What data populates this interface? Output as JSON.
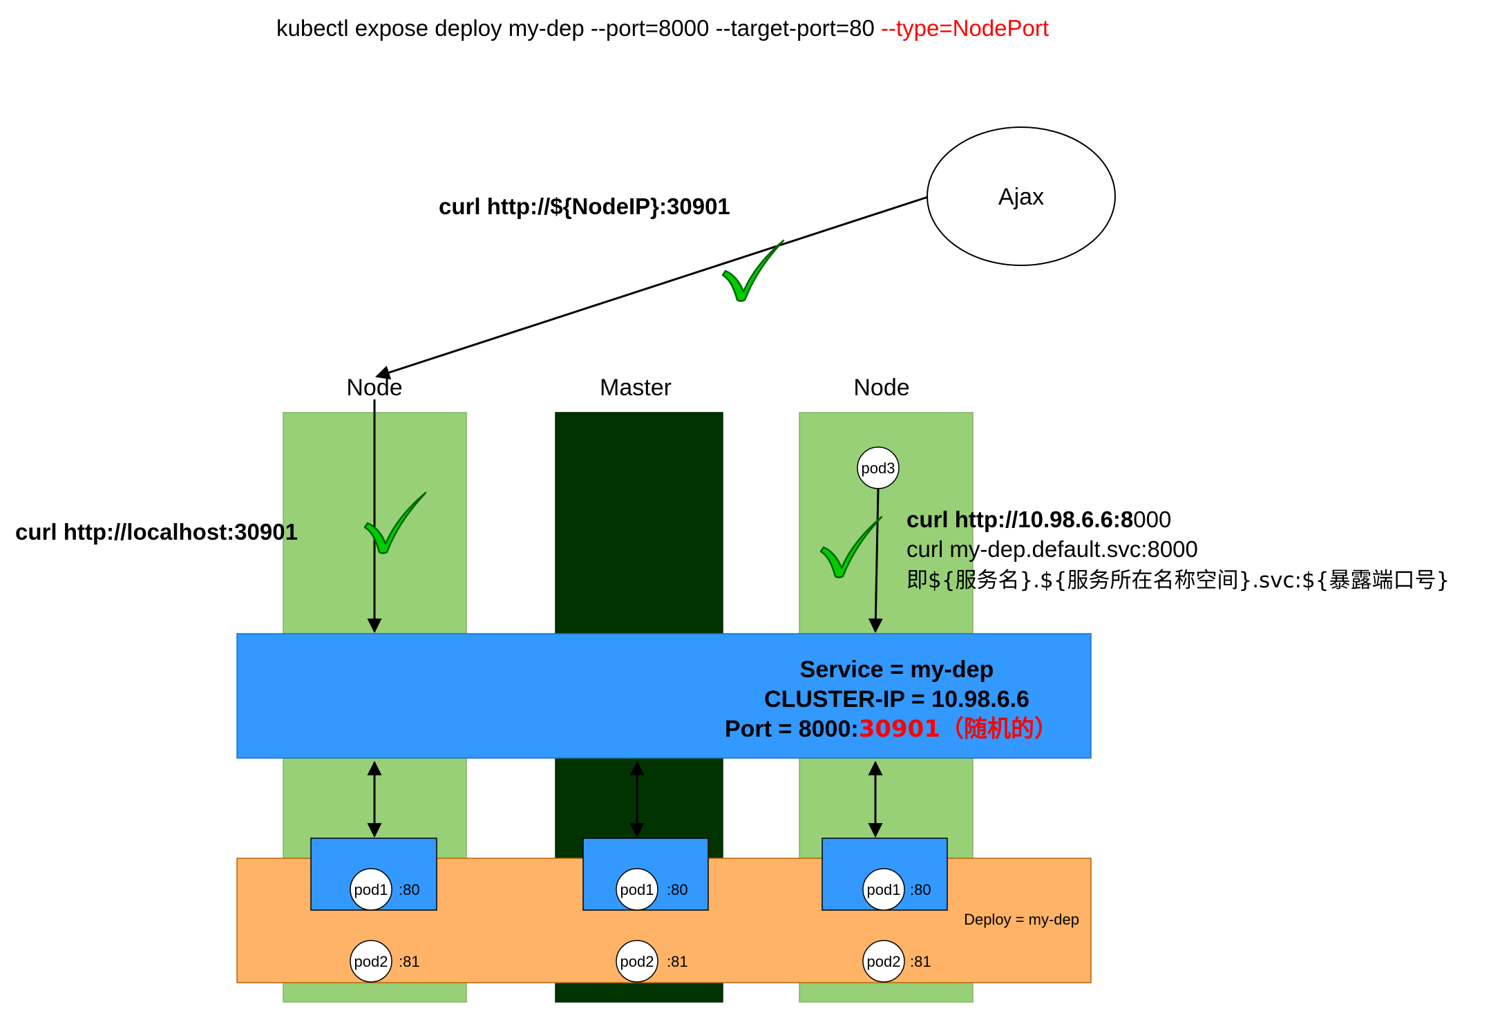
{
  "command": {
    "prefix": "kubectl expose deploy my-dep --port=8000 --target-port=80 ",
    "highlight": "--type=NodePort"
  },
  "client": {
    "label": "Ajax"
  },
  "external_curl": {
    "label": "curl http://${NodeIP}:30901"
  },
  "localhost_curl": {
    "label": "curl http://localhost:30901"
  },
  "nodes": {
    "left_label": "Node",
    "master_label": "Master",
    "right_label": "Node"
  },
  "pod3": {
    "label": "pod3"
  },
  "internal_curl": {
    "line1_bold": "curl http://10.98.6.6:8",
    "line1_rest": "000",
    "line2": "curl my-dep.default.svc:8000",
    "line3": "即${服务名}.${服务所在名称空间}.svc:${暴露端口号}"
  },
  "service": {
    "line1": "Service = my-dep",
    "line2": "CLUSTER-IP = 10.98.6.6",
    "line3_prefix": "Port = 8000:",
    "line3_highlight": "30901（随机的）"
  },
  "deploy": {
    "label": "Deploy = my-dep"
  },
  "pods": [
    {
      "pod1": "pod1",
      "port1": ":80",
      "pod2": "pod2",
      "port2": ":81"
    },
    {
      "pod1": "pod1",
      "port1": ":80",
      "pod2": "pod2",
      "port2": ":81"
    },
    {
      "pod1": "pod1",
      "port1": ":80",
      "pod2": "pod2",
      "port2": ":81"
    }
  ],
  "colors": {
    "node_fill": "#97D077",
    "master_fill": "#003300",
    "service_fill": "#3399FF",
    "deploy_fill": "#FFB366",
    "highlight_red": "#FF0000",
    "check_green": "#00CC00"
  },
  "icons": {
    "success": "checkmark-icon"
  }
}
